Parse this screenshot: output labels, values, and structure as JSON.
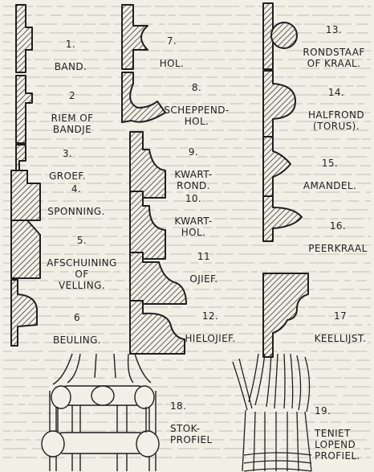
{
  "colors": {
    "ink": "#1f1f1f",
    "paper": "#f2efe6",
    "hatch": "#3a3a3a",
    "bgtext": "#b9b5ab"
  },
  "profiles": [
    {
      "id": 1,
      "number": "1.",
      "name": "BAND."
    },
    {
      "id": 2,
      "number": "2",
      "name": "RIEM OF\nBANDJE"
    },
    {
      "id": 3,
      "number": "3.",
      "name": "GROEF."
    },
    {
      "id": 4,
      "number": "4.",
      "name": "SPONNING."
    },
    {
      "id": 5,
      "number": "5.",
      "name": "AFSCHUINING\nOF\nVELLING."
    },
    {
      "id": 6,
      "number": "6",
      "name": "BEULING."
    },
    {
      "id": 7,
      "number": "7.",
      "name": "HOL."
    },
    {
      "id": 8,
      "number": "8.",
      "name": "SCHEPPEND-\nHOL."
    },
    {
      "id": 9,
      "number": "9.",
      "name": "KWART-\nROND."
    },
    {
      "id": 10,
      "number": "10.",
      "name": "KWART-\nHOL."
    },
    {
      "id": 11,
      "number": "11",
      "name": "OJIEF."
    },
    {
      "id": 12,
      "number": "12.",
      "name": "HIELOJIEF."
    },
    {
      "id": 13,
      "number": "13.",
      "name": "RONDSTAAF\nOF KRAAL."
    },
    {
      "id": 14,
      "number": "14.",
      "name": "HALFROND\n(TORUS)."
    },
    {
      "id": 15,
      "number": "15.",
      "name": "AMANDEL."
    },
    {
      "id": 16,
      "number": "16.",
      "name": "PEERKRAAL"
    },
    {
      "id": 17,
      "number": "17",
      "name": "KEELLIJST."
    },
    {
      "id": 18,
      "number": "18.",
      "name": "STOK-\nPROFIEL"
    },
    {
      "id": 19,
      "number": "19.",
      "name": "TENIET\nLOPEND\nPROFIEL."
    }
  ]
}
